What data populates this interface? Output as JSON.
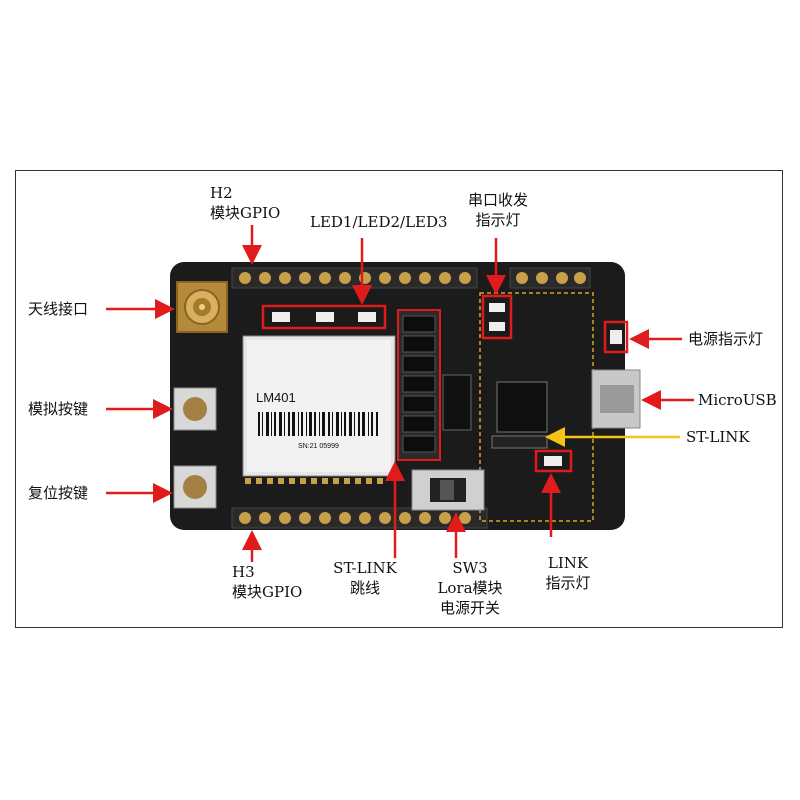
{
  "labels": {
    "h2": {
      "line1": "H2",
      "line2": "模块GPIO"
    },
    "leds": "LED1/LED2/LED3",
    "uart": {
      "line1": "串口收发",
      "line2": "指示灯"
    },
    "antenna": "天线接口",
    "power_led": "电源指示灯",
    "analog_key": "模拟按键",
    "microusb": "MicroUSB",
    "stlink": "ST-LINK",
    "reset_key": "复位按键",
    "h3": {
      "line1": "H3",
      "line2": "模块GPIO"
    },
    "stlink_jumper": {
      "line1": "ST-LINK",
      "line2": "跳线"
    },
    "sw3": {
      "line1": "SW3",
      "line2": "Lora模块",
      "line3": "电源开关"
    },
    "link_led": {
      "line1": "LINK",
      "line2": "指示灯"
    }
  },
  "module": {
    "name": "LM401",
    "serial": "SN:21 05999"
  },
  "colors": {
    "pcb": "#1b1b1b",
    "arrow": "#e01b1b",
    "stlink_arrow": "#f3c316",
    "gold": "#c9a04a"
  }
}
